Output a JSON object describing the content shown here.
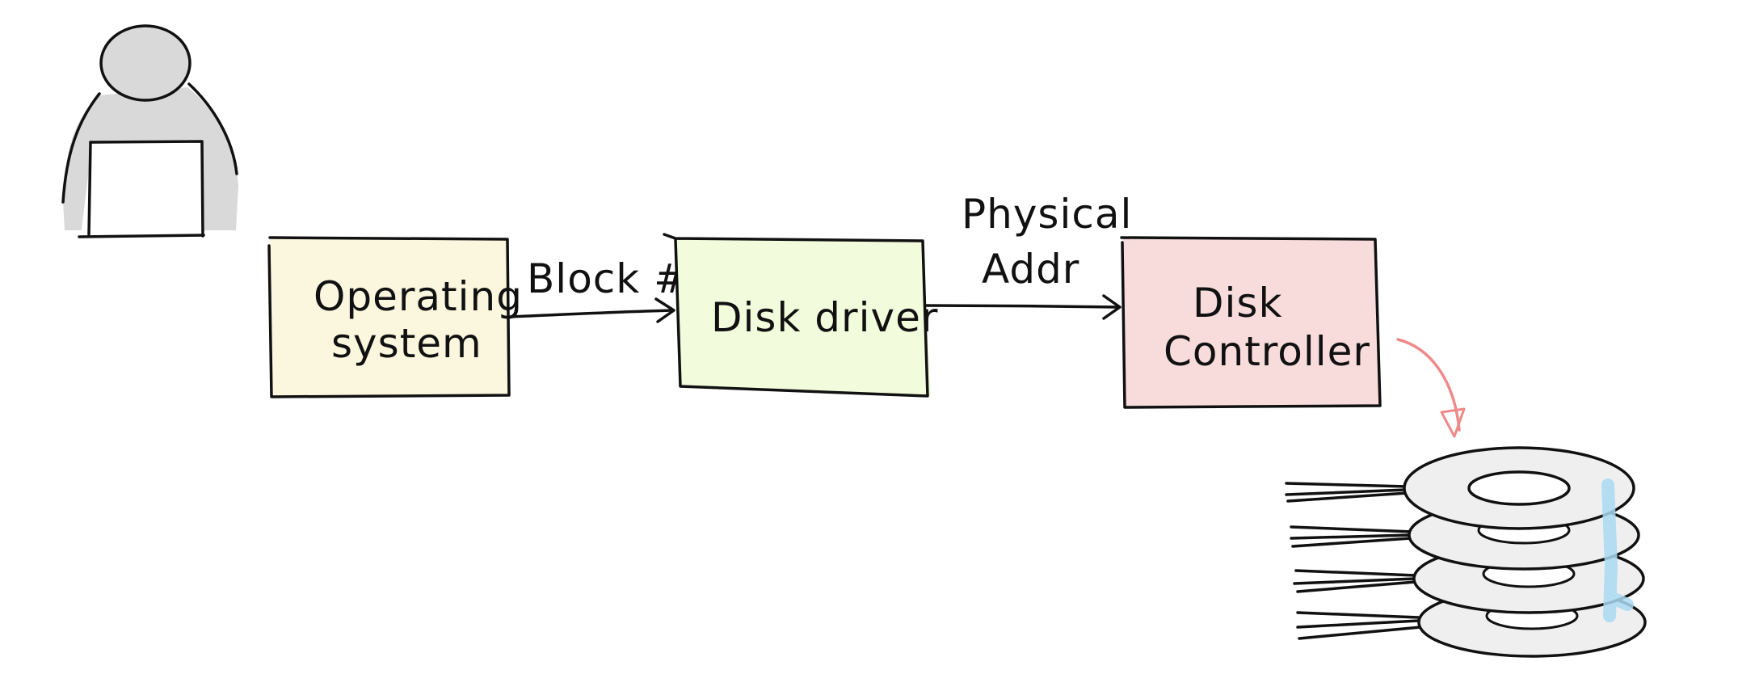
{
  "diagram": {
    "nodes": [
      {
        "id": "os",
        "lines": [
          "Operating",
          "system"
        ],
        "fill": "#fbf6de"
      },
      {
        "id": "driver",
        "lines": [
          "Disk driver"
        ],
        "fill": "#f2fbdc"
      },
      {
        "id": "controller",
        "lines": [
          "Disk",
          "Controller"
        ],
        "fill": "#f7dcdb"
      }
    ],
    "edges": [
      {
        "from": "os",
        "to": "driver",
        "label_lines": [
          "Block #"
        ]
      },
      {
        "from": "driver",
        "to": "controller",
        "label_lines": [
          "Physical",
          "Addr"
        ]
      },
      {
        "from": "controller",
        "to": "disk-stack",
        "label_lines": [],
        "color": "#ee8a8a"
      }
    ],
    "figures": {
      "user_icon": "person-with-laptop-icon",
      "disk_icon": "hard-disk-platters-icon"
    }
  }
}
